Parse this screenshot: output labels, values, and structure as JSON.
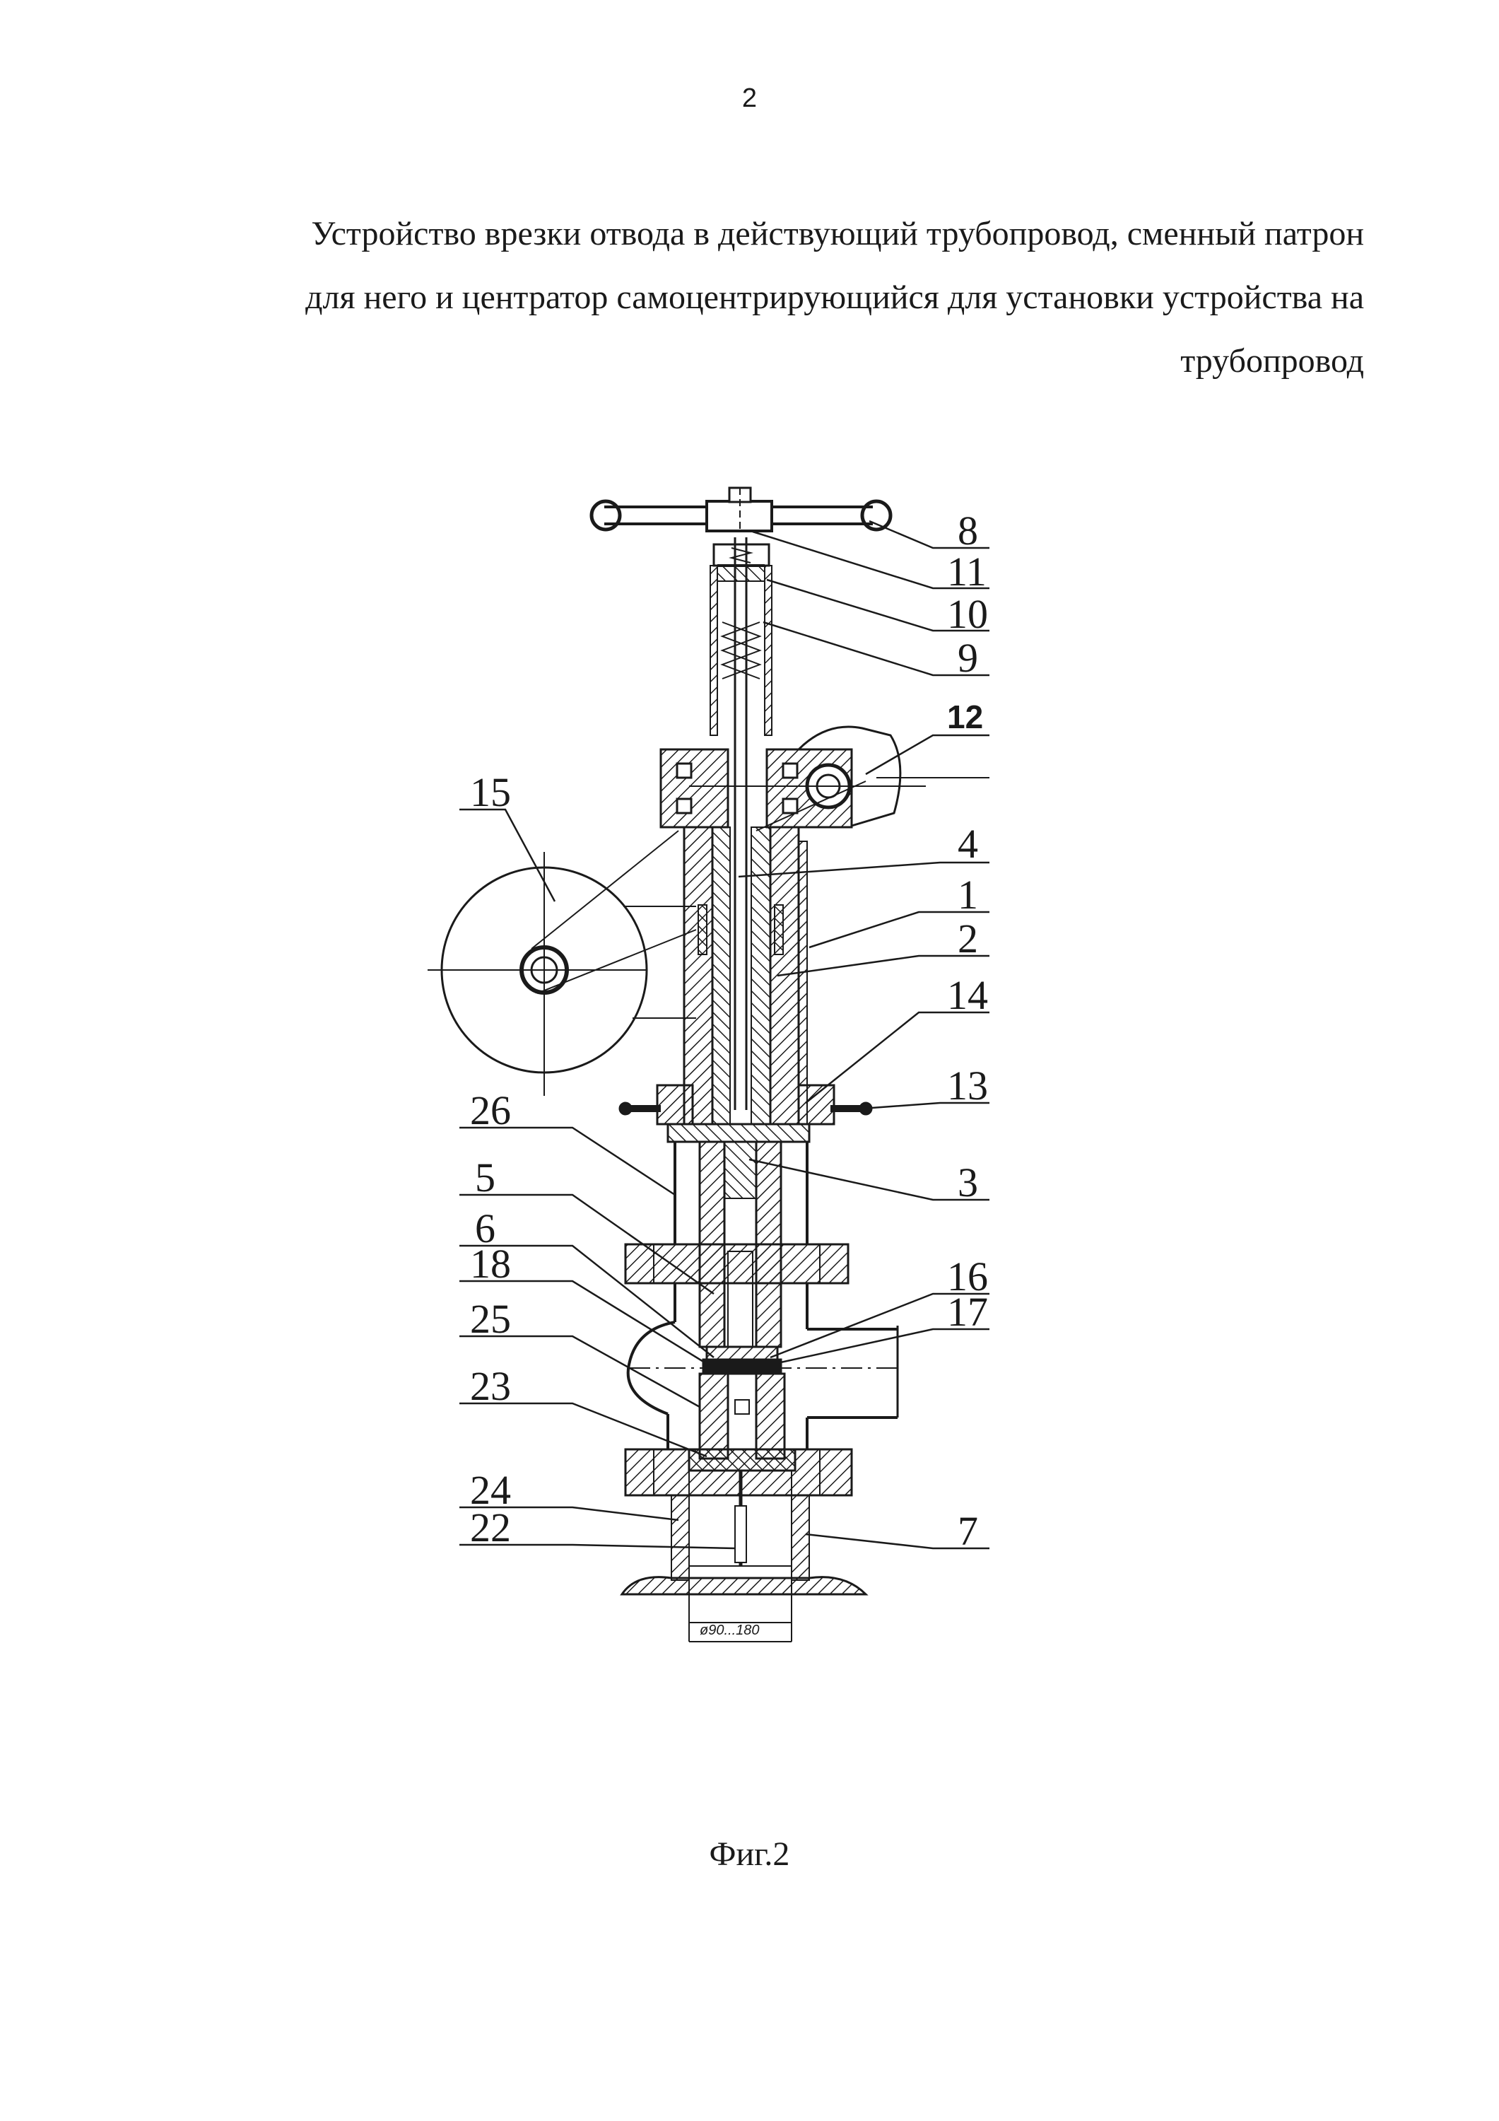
{
  "page": {
    "number": "2"
  },
  "title": {
    "line1": "Устройство врезки отвода в действующий трубопровод, сменный патрон",
    "line2": "для него и центратор самоцентрирующийся для установки устройства на",
    "line3": "трубопровод"
  },
  "figure": {
    "caption": "Фиг.2",
    "dimension_label": "ø90...180",
    "callouts": {
      "c8": "8",
      "c11": "11",
      "c10": "10",
      "c9": "9",
      "c12": "12",
      "c4": "4",
      "c1": "1",
      "c2": "2",
      "c14": "14",
      "c13": "13",
      "c3": "3",
      "c16": "16",
      "c17": "17",
      "c7": "7",
      "c15": "15",
      "c26": "26",
      "c5": "5",
      "c6": "6",
      "c18": "18",
      "c25": "25",
      "c23": "23",
      "c24": "24",
      "c22": "22"
    }
  },
  "colors": {
    "ink": "#1a1a1a",
    "background": "#ffffff"
  }
}
